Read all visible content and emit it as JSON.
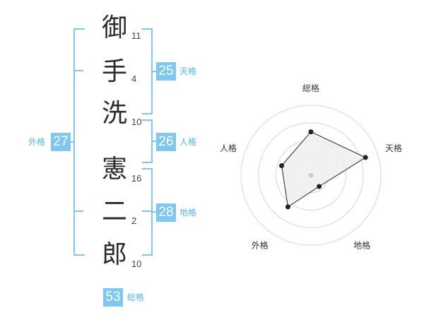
{
  "name": {
    "chars": [
      {
        "char": "御",
        "strokes": "11"
      },
      {
        "char": "手",
        "strokes": "4"
      },
      {
        "char": "洗",
        "strokes": "10"
      },
      {
        "char": "憲",
        "strokes": "16"
      },
      {
        "char": "二",
        "strokes": "2"
      },
      {
        "char": "郎",
        "strokes": "10"
      }
    ]
  },
  "kaku": {
    "tenkaku": {
      "value": "25",
      "label": "天格"
    },
    "jinkaku": {
      "value": "26",
      "label": "人格"
    },
    "chikaku": {
      "value": "28",
      "label": "地格"
    },
    "gaikaku": {
      "value": "27",
      "label": "外格"
    },
    "soukaku": {
      "value": "53",
      "label": "総格"
    }
  },
  "colors": {
    "accent": "#7ec7f0",
    "accent_text": "#55b4e6"
  },
  "chart_data": {
    "type": "radar",
    "axes": [
      "総格",
      "天格",
      "地格",
      "外格",
      "人格"
    ],
    "values": [
      0.62,
      0.82,
      0.2,
      0.56,
      0.44
    ],
    "max": 1,
    "rings": 4,
    "grid": true
  }
}
